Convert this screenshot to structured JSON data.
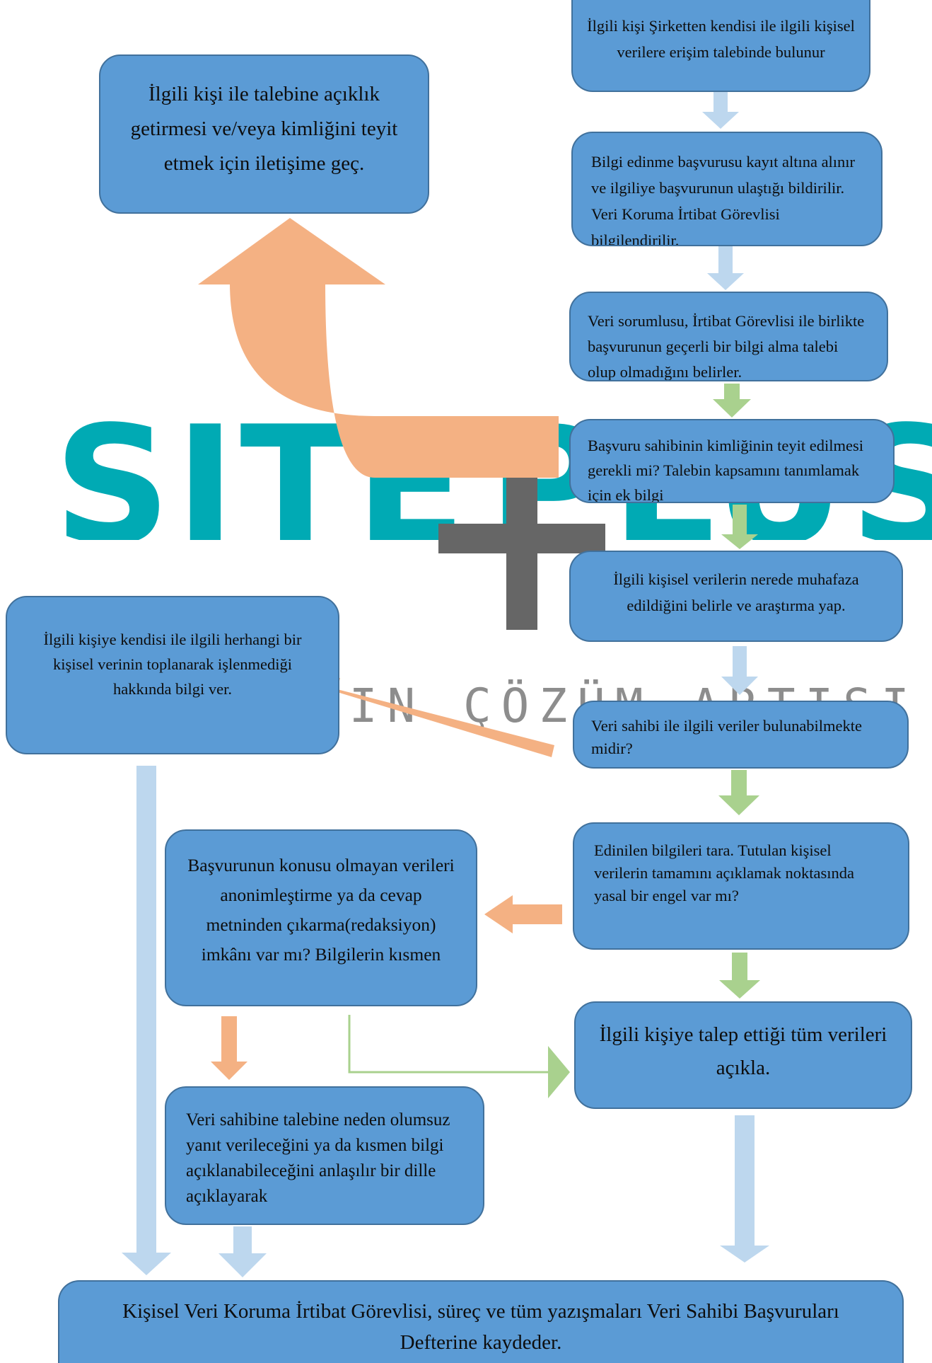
{
  "watermark": {
    "brand_a": "SITE",
    "brand_b": "PLUS",
    "tagline": "NIN ÇÖZÜM ARTISI"
  },
  "colors": {
    "box_fill": "#5b9bd5",
    "box_border": "#41719c",
    "orange": "#f4b183",
    "green": "#a9d18e",
    "light_blue": "#bdd7ee",
    "teal": "#00aab4",
    "plus_gray": "#666666"
  },
  "boxes": {
    "b1": "İlgili kişi Şirketten kendisi ile ilgili kişisel verilere erişim talebinde bulunur",
    "b2": "Bilgi edinme başvurusu kayıt altına alınır ve ilgiliye başvurunun ulaştığı bildirilir. Veri Koruma İrtibat Görevlisi bilgilendirilir.",
    "b3": "Veri sorumlusu, İrtibat Görevlisi ile birlikte başvurunun geçerli bir bilgi alma talebi olup olmadığını belirler.",
    "b4": "Başvuru sahibinin kimliğinin teyit edilmesi gerekli mi? Talebin kapsamını tanımlamak için ek bilgi",
    "b5": "İlgili kişisel verilerin nerede muhafaza edildiğini belirle ve araştırma yap.",
    "b6": "Veri sahibi ile ilgili veriler bulunabilmekte midir?",
    "b7": "Edinilen bilgileri tara. Tutulan kişisel verilerin tamamını açıklamak noktasında yasal bir engel var mı?",
    "b8": "İlgili kişiye talep ettiği tüm verileri açıkla.",
    "l1": "İlgili kişi ile talebine açıklık getirmesi ve/veya kimliğini teyit etmek için iletişime geç.",
    "l2": "İlgili kişiye kendisi ile ilgili herhangi bir kişisel verinin toplanarak işlenmediği hakkında bilgi ver.",
    "l3": "Başvurunun konusu olmayan verileri anonimleştirme ya da cevap metninden çıkarma(redaksiyon) imkânı var mı? Bilgilerin kısmen",
    "l4": "Veri sahibine talebine neden olumsuz yanıt verileceğini ya da kısmen bilgi açıklanabileceğini anlaşılır bir dille açıklayarak",
    "bottom": "Kişisel Veri Koruma İrtibat Görevlisi, süreç ve tüm yazışmaları Veri Sahibi Başvuruları Defterine kaydeder."
  }
}
